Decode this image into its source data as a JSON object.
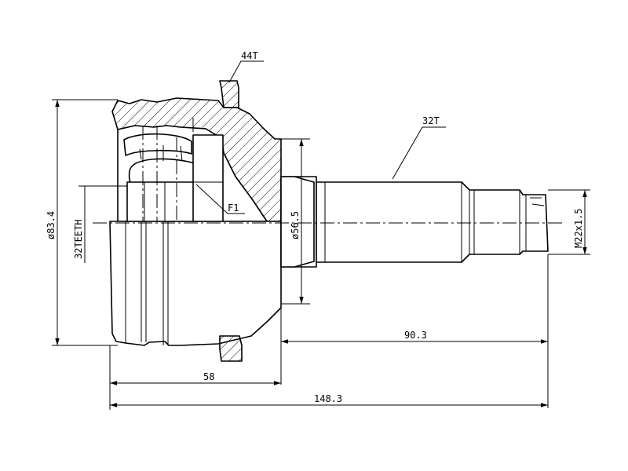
{
  "drawing": {
    "labels": {
      "outer_teeth": "44T",
      "shaft_teeth": "32T",
      "fit": "F1",
      "inner_teeth": "32TEETH",
      "outer_diameter": "ø83.4",
      "seal_diameter": "ø56.5",
      "thread": "M22x1.5",
      "shaft_length": "90.3",
      "body_length": "58",
      "total_length": "148.3"
    }
  }
}
